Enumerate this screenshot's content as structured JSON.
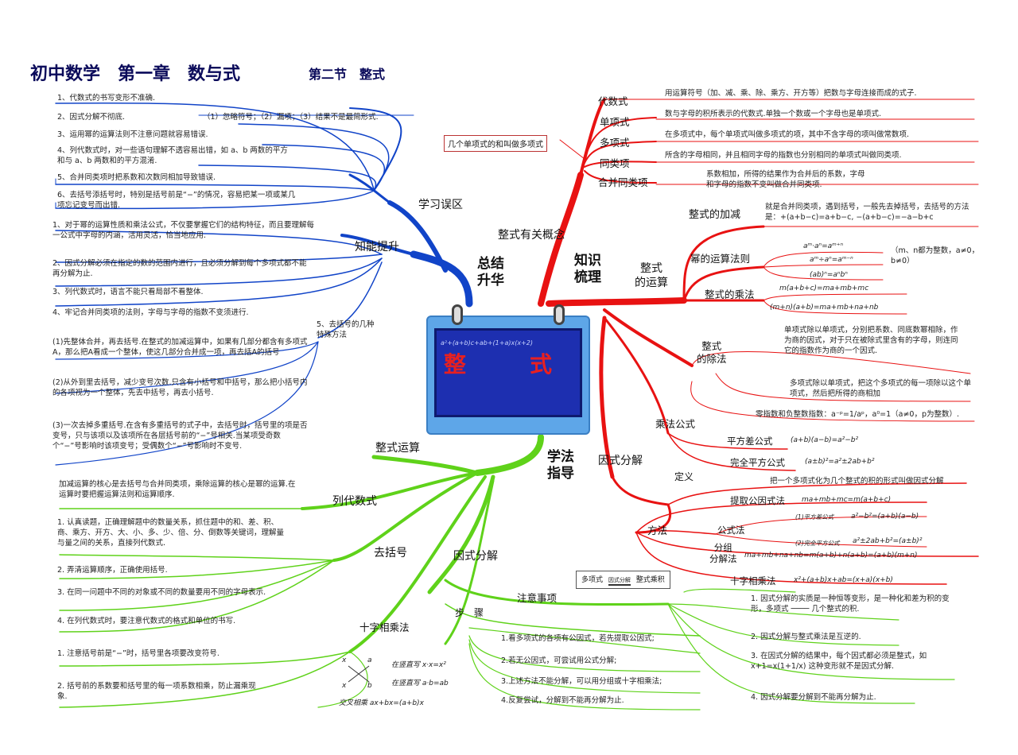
{
  "title": {
    "main": "初中数学　第一章　数与式",
    "section": "第二节　整式"
  },
  "center": {
    "label": "整　式",
    "formula": "a²+(a+b)c+ab+(1+a)x(x+2)"
  },
  "branches": {
    "summary": "总结\n升华",
    "knowledge": "知识\n梳理",
    "methods": "学法\n指导",
    "concept": "整式有关概念"
  },
  "summary": {
    "mistakes_title": "学习误区",
    "mistakes": [
      "1、代数式的书写变形不准确.",
      "2、因式分解不彻底.",
      "3、运用幂的运算法则不注意问题就容易错误.",
      "4、列代数式时，对一些语句理解不透容易出错，如 a、b 两数的平方和与 a、b 两数和的平方混淆.",
      "5、合并同类项时把系数和次数同相加导致错误.",
      "6、去括号添括号时，特别是括号前是“−”的情况，容易把某一项或某几项忘记变号而出错."
    ],
    "mistakes_detail": "（1）忽略符号；（2）漏项；（3）结果不是最简形式.",
    "ability_title": "知能提升",
    "ability": [
      "1、对于幂的运算性质和乘法公式，不仅要掌握它们的结构特征，而且要理解每一公式中字母的内涵，活用灵活，恰当地应用.",
      "2、因式分解必须在指定的数的范围内进行，且必须分解到每个多项式都不能再分解为止.",
      "3、列代数式时，语言不能只看局部不看整体.",
      "4、牢记合并同类项的法则，字母与字母的指数不变须进行."
    ],
    "bracket_tips_title": "5、去括号的几种特殊方法",
    "bracket_tips": [
      "(1)先整体合并，再去括号.在整式的加减运算中，如果有几部分都含有多项式A，那么把A看成一个整体，使这几部分合并成一项，再去括A的括号",
      "(2)从外到里去括号，减少变号次数.只含有小括号和中括号，那么把小括号内的各项视为一个整体，先去中括号，再去小括号.",
      "(3)一次去掉多重括号.在含有多重括号的式子中，去括号时，括号里的项是否变号，只与该项以及该项所在各层括号前的“−”号相关.当某项受奇数个“−”号影响时该项变号；受偶数个“−”号影响时不变号."
    ]
  },
  "concepts": {
    "popup": "几个单项式的和叫做多项式",
    "items": [
      {
        "label": "代数式",
        "desc": "用运算符号（加、减、乘、除、乘方、开方等）把数与字母连接而成的式子."
      },
      {
        "label": "单项式",
        "desc": "数与字母的积所表示的代数式.单独一个数或一个字母也是单项式."
      },
      {
        "label": "多项式",
        "desc": "在多项式中，每个单项式叫做多项式的项，其中不含字母的项叫做常数项."
      },
      {
        "label": "同类项",
        "desc": "所含的字母相同，并且相同字母的指数也分别相同的单项式叫做同类项."
      },
      {
        "label": "合并同类项",
        "desc": "系数相加，所得的结果作为合并后的系数，字母和字母的指数不变叫做合并同类项."
      }
    ]
  },
  "operations": {
    "title": "整式\n的运算",
    "addsub": {
      "label": "整式的加减",
      "desc": "就是合并同类项，遇到括号，一般先去掉括号，去括号的方法是：+(a+b−c)=a+b−c, −(a+b−c)=−a−b+c"
    },
    "power": {
      "label": "幂的运算法则",
      "rules": [
        "aᵐ·aⁿ=aᵐ⁺ⁿ",
        "aᵐ÷aⁿ=aᵐ⁻ⁿ",
        "(ab)ⁿ=aⁿbⁿ"
      ],
      "cond": "（m、n都为整数，a≠0，b≠0）"
    },
    "mult": {
      "label": "整式的乘法",
      "rules": [
        "m(a+b+c)=ma+mb+mc",
        "(m+n)(a+b)=ma+mb+na+nb"
      ]
    },
    "div": {
      "label": "整式\n的除法",
      "desc1": "单项式除以单项式，分别把系数、同底数幂相除，作为商的因式，对于只在被除式里含有的字母，则连同它的指数作为商的一个因式.",
      "desc2": "多项式除以单项式，把这个多项式的每一项除以这个单项式，然后把所得的商相加",
      "desc3": "零指数和负整数指数：a⁻ᵖ=1/aᵖ，a⁰=1（a≠0，p为整数）."
    },
    "formulas": {
      "label": "乘法公式",
      "diff_label": "平方差公式",
      "diff": "(a+b)(a−b)=a²−b²",
      "sq_label": "完全平方公式",
      "sq": "(a±b)²=a²±2ab+b²"
    }
  },
  "factoring": {
    "title": "因式分解",
    "def_label": "定义",
    "def": "把一个多项式化为几个整式的积的形式叫做因式分解",
    "methods_label": "方法",
    "common": {
      "label": "提取公因式法",
      "rule": "ma+mb+mc=m(a+b+c)"
    },
    "formula": {
      "label": "公式法",
      "r1_tag": "(1)平方差公式",
      "r1": "a²−b²=(a+b)(a−b)",
      "r2_tag": "(2)完全平方公式",
      "r2": "a²±2ab+b²=(a±b)²"
    },
    "group": {
      "label": "分组\n分解法",
      "rule": "ma+mb+na+nb=m(a+b)+n(a+b)=(a+b)(m+n)"
    },
    "cross": {
      "label": "十字相乘法",
      "rule": "x²+(a+b)x+ab=(x+a)(x+b)"
    },
    "flow": {
      "from": "多项式",
      "to": "整式乘积",
      "mid": "因式分解"
    }
  },
  "cautions": {
    "title": "注意事项",
    "items": [
      "1. 因式分解的实质是一种恒等变形，是一种化和差为积的变形，多项式 ──── 几个整式的积.",
      "2. 因式分解与整式乘法是互逆的.",
      "3. 在因式分解的结果中，每个因式都必须是整式，如 x+1=x(1+1/x) 这种变形就不是因式分解.",
      "4. 因式分解要分解到不能再分解为止."
    ]
  },
  "methods_green": {
    "calc_title": "整式运算",
    "calc": "加减运算的核心是去括号与合并同类项，乘除运算的核心是幂的运算.在运算时要把握运算法则和运算顺序.",
    "expr_title": "列代数式",
    "expr": [
      "1. 认真读题，正确理解题中的数量关系，抓住题中的和、差、积、商、乘方、开方、大、小、多、少、倍、分、倒数等关键词，理解量与量之间的关系，直接列代数式.",
      "2. 弄清运算顺序，正确使用括号.",
      "3. 在同一问题中不同的对象或不同的数量要用不同的字母表示.",
      "4. 在列代数式时，要注意代数式的格式和单位的书写."
    ],
    "bracket_title": "去括号",
    "bracket": [
      "1. 注意括号前是“−”时，括号里各项要改变符号.",
      "2. 括号前的系数要和括号里的每一项系数相乘，防止漏乘现象."
    ],
    "factor_title": "因式分解",
    "steps_title": "步　骤",
    "steps": [
      "1.看多项式的各项有公因式，若先提取公因式;",
      "2.若无公因式，可尝试用公式分解;",
      "3.上述方法不能分解，可以用分组或十字相乘法;",
      "4.反复尝试，分解到不能再分解为止."
    ],
    "cross_title": "十字相乘法",
    "cross_lines": [
      "在竖直写 x·x=x²",
      "在竖直写 a·b=ab",
      "交叉相乘 ax+bx=(a+b)x"
    ],
    "cross_letters": [
      "x",
      "a",
      "x",
      "b"
    ]
  },
  "colors": {
    "blue": "#1144c8",
    "red": "#e81212",
    "green": "#5fd21a",
    "title": "#0a0a5a"
  }
}
